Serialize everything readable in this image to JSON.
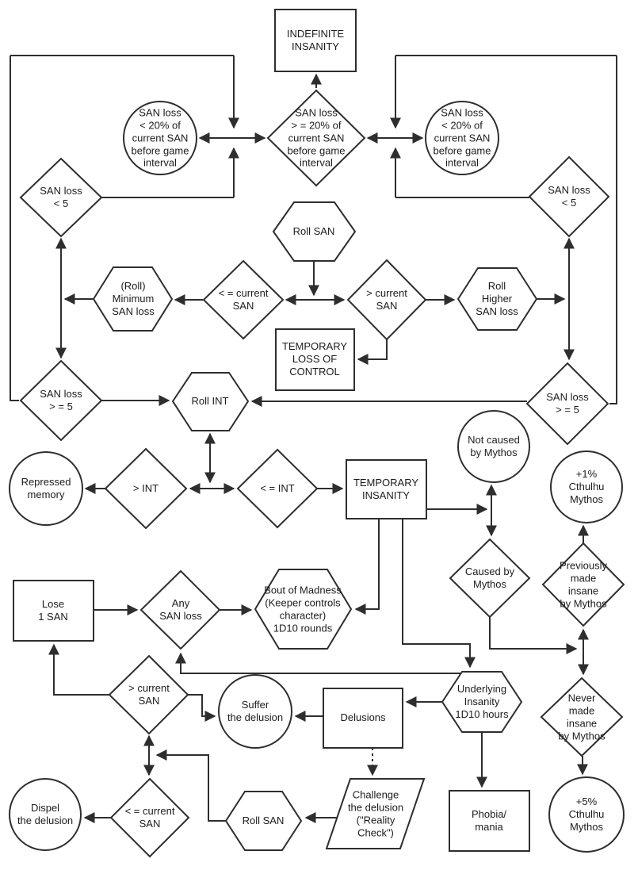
{
  "meta": {
    "colors": {
      "stroke": "#2e2e2e",
      "text": "#1c1c1c",
      "background": "#ffffff"
    }
  },
  "nodes": {
    "indefinite_insanity": {
      "shape": "rectangle",
      "label": "INDEFINITE\nINSANITY"
    },
    "san_lt20_left": {
      "shape": "circle",
      "label": "SAN loss\n< 20% of\ncurrent SAN\nbefore game\ninterval"
    },
    "san_ge20_center": {
      "shape": "diamond",
      "label": "SAN loss\n> = 20% of\ncurrent SAN\nbefore game\ninterval"
    },
    "san_lt20_right": {
      "shape": "circle",
      "label": "SAN loss\n< 20% of\ncurrent SAN\nbefore game\ninterval"
    },
    "san_lt5_left": {
      "shape": "diamond",
      "label": "SAN loss\n< 5"
    },
    "san_lt5_right": {
      "shape": "diamond",
      "label": "SAN loss\n< 5"
    },
    "roll_san_top": {
      "shape": "hexagon",
      "label": "Roll SAN"
    },
    "roll_minimum_san_loss": {
      "shape": "hexagon",
      "label": "(Roll)\nMinimum\nSAN loss"
    },
    "le_current_san_mid": {
      "shape": "diamond",
      "label": "< = current\nSAN"
    },
    "gt_current_san_mid": {
      "shape": "diamond",
      "label": "> current\nSAN"
    },
    "roll_higher_san_loss": {
      "shape": "hexagon",
      "label": "Roll\nHigher\nSAN loss"
    },
    "temporary_loss_of_control": {
      "shape": "rectangle",
      "label": "TEMPORARY\nLOSS OF\nCONTROL"
    },
    "san_ge5_left": {
      "shape": "diamond",
      "label": "SAN loss\n> = 5"
    },
    "san_ge5_right": {
      "shape": "diamond",
      "label": "SAN loss\n> = 5"
    },
    "roll_int": {
      "shape": "hexagon",
      "label": "Roll INT"
    },
    "repressed_memory": {
      "shape": "circle",
      "label": "Repressed\nmemory"
    },
    "gt_int": {
      "shape": "diamond",
      "label": "> INT"
    },
    "le_int": {
      "shape": "diamond",
      "label": "< = INT"
    },
    "temporary_insanity": {
      "shape": "rectangle",
      "label": "TEMPORARY\nINSANITY"
    },
    "not_caused_by_mythos": {
      "shape": "circle",
      "label": "Not caused\nby Mythos"
    },
    "plus1_cthulhu_mythos": {
      "shape": "circle",
      "label": "+1%\nCthulhu\nMythos"
    },
    "caused_by_mythos": {
      "shape": "diamond",
      "label": "Caused by\nMythos"
    },
    "previously_made_insane": {
      "shape": "diamond",
      "label": "Previously\nmade insane\nby Mythos"
    },
    "lose_1_san": {
      "shape": "rectangle",
      "label": "Lose\n1 SAN"
    },
    "any_san_loss": {
      "shape": "diamond",
      "label": "Any\nSAN loss"
    },
    "bout_of_madness": {
      "shape": "hexagon",
      "label": "Bout of Madness\n(Keeper controls\ncharacter)\n1D10 rounds"
    },
    "gt_current_san_bottom": {
      "shape": "diamond",
      "label": "> current\nSAN"
    },
    "suffer_the_delusion": {
      "shape": "circle",
      "label": "Suffer\nthe delusion"
    },
    "delusions": {
      "shape": "rectangle",
      "label": "Delusions"
    },
    "underlying_insanity": {
      "shape": "hexagon",
      "label": "Underlying\nInsanity\n1D10 hours"
    },
    "never_made_insane": {
      "shape": "diamond",
      "label": "Never\nmade insane\nby Mythos"
    },
    "dispel_the_delusion": {
      "shape": "circle",
      "label": "Dispel\nthe delusion"
    },
    "le_current_san_bottom": {
      "shape": "diamond",
      "label": "< = current\nSAN"
    },
    "roll_san_bottom": {
      "shape": "hexagon",
      "label": "Roll SAN"
    },
    "challenge_the_delusion": {
      "shape": "parallelogram",
      "label": "Challenge\nthe delusion\n(\"Reality\nCheck\")"
    },
    "phobia_mania": {
      "shape": "rectangle",
      "label": "Phobia/\nmania"
    },
    "plus5_cthulhu_mythos": {
      "shape": "circle",
      "label": "+5%\nCthulhu\nMythos"
    }
  }
}
